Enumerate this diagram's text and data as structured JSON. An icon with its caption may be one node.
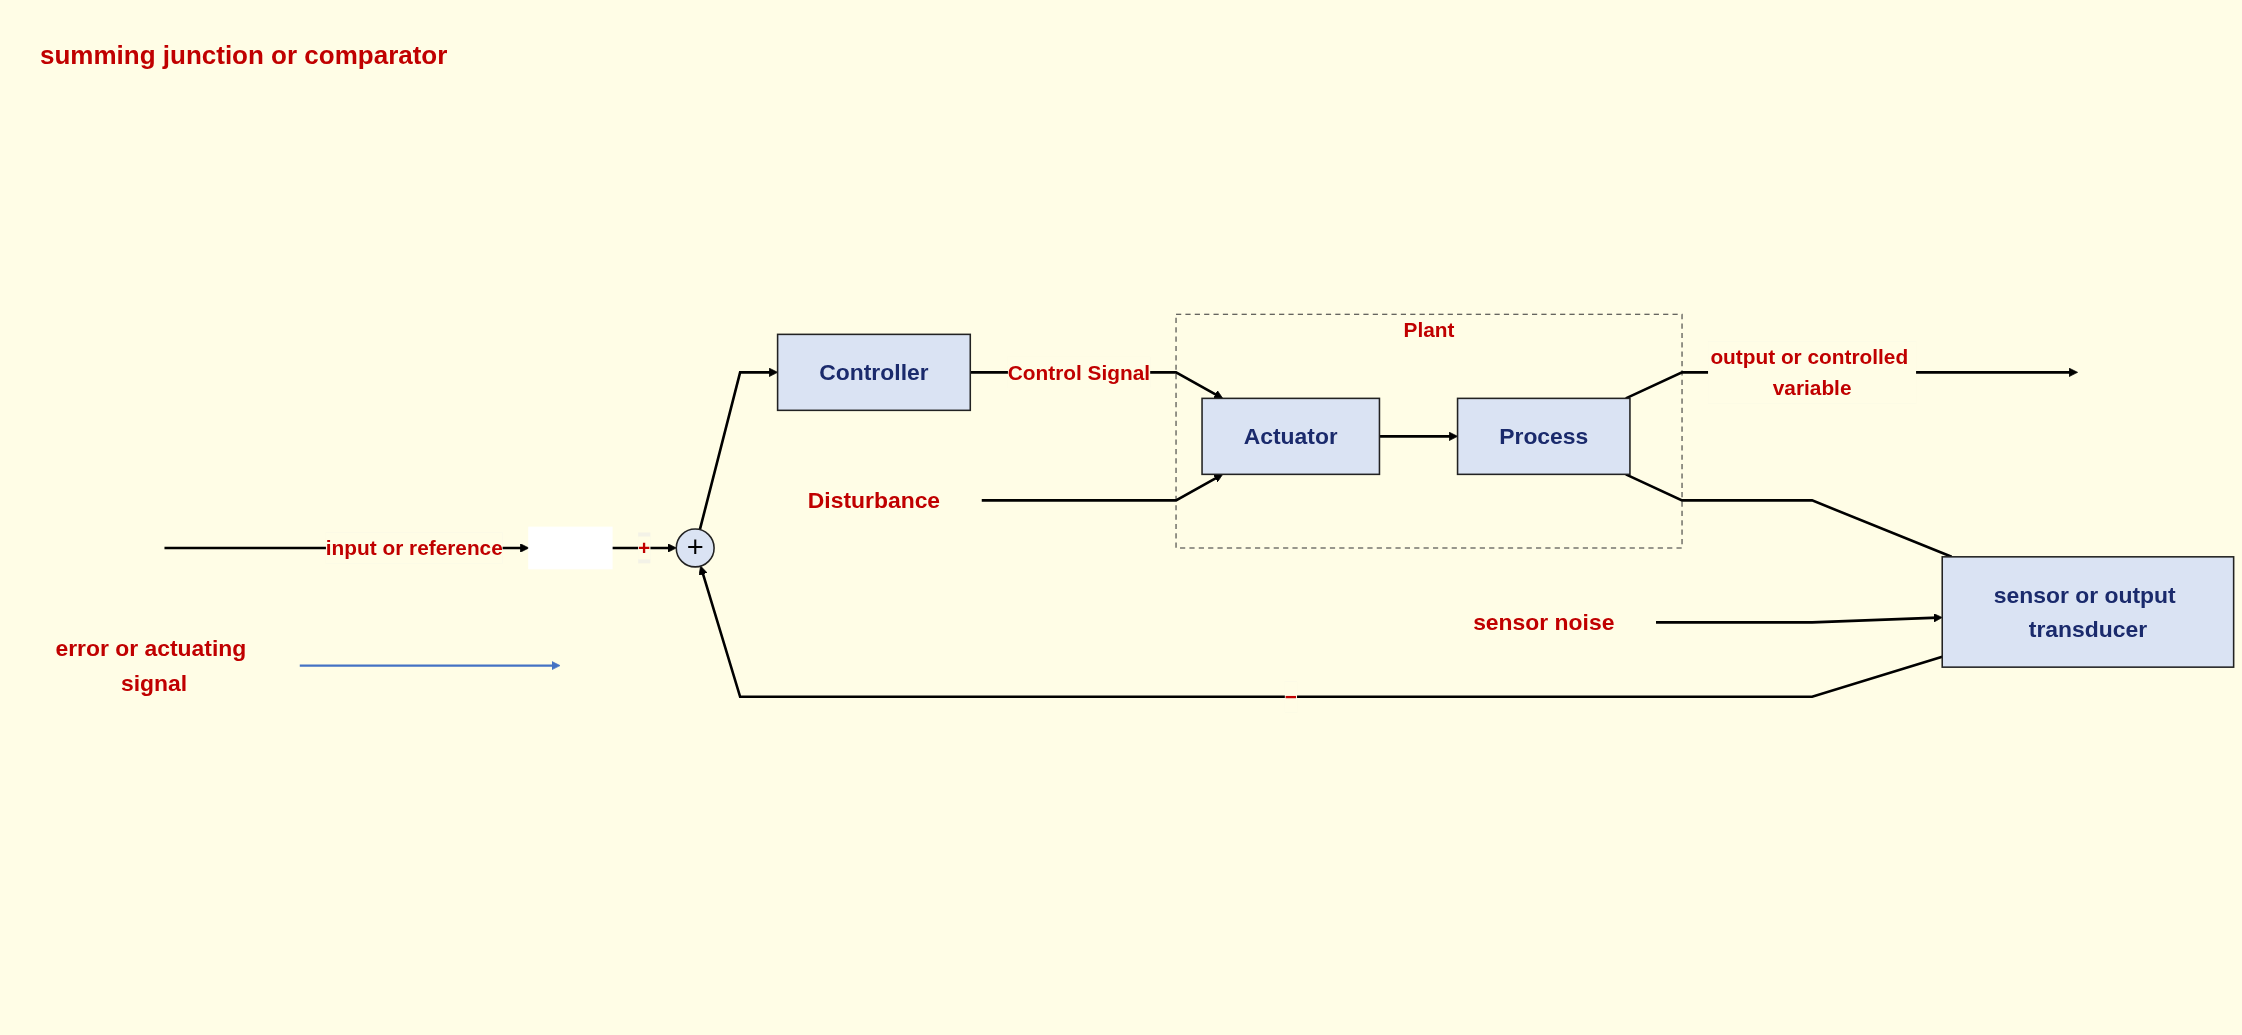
{
  "diagram": {
    "nodes": [
      {
        "text": [],
        "shape": "box"
      },
      {
        "text": [
          "+"
        ]
      },
      {
        "text": [
          "Controller"
        ]
      },
      {
        "text": [
          "Plant"
        ]
      },
      {
        "text": [
          "Actuator"
        ],
        "in": 3
      },
      {
        "text": [
          "Process"
        ],
        "in": 3
      },
      {
        "text": [
          "sensor or output transducer"
        ]
      },
      {
        "text": [
          "Disturbance"
        ]
      },
      {
        "text": [
          "sensor noise"
        ]
      },
      {
        "text": [
          "error or actuating signal"
        ]
      }
    ],
    "edges": [
      {
        "from": null,
        "to": 0,
        "arrow": "to",
        "label": "input or reference"
      },
      {
        "from": 0,
        "to": 1,
        "arrow": "to",
        "label": "+"
      },
      {
        "from": 1,
        "to": 2,
        "arrow": "to"
      },
      {
        "from": 2,
        "to": 4,
        "arrow": "to",
        "label": "Control Signal"
      },
      {
        "from": 4,
        "to": 5,
        "arrow": "to"
      },
      {
        "from": 5,
        "to": null,
        "arrow": "to",
        "label": "output or controlled variable"
      },
      {
        "from": 5,
        "to": 6,
        "arrow": "none"
      },
      {
        "from": 6,
        "to": 1,
        "arrow": "to",
        "label": "−"
      },
      {
        "from": 7,
        "to": 4,
        "arrow": "to"
      },
      {
        "from": 8,
        "to": 6,
        "arrow": "to"
      },
      {
        "from": 9,
        "to": null,
        "arrow": "to",
        "color": "#4472c4"
      }
    ],
    "labels": [
      "summing junction or comparator"
    ]
  }
}
